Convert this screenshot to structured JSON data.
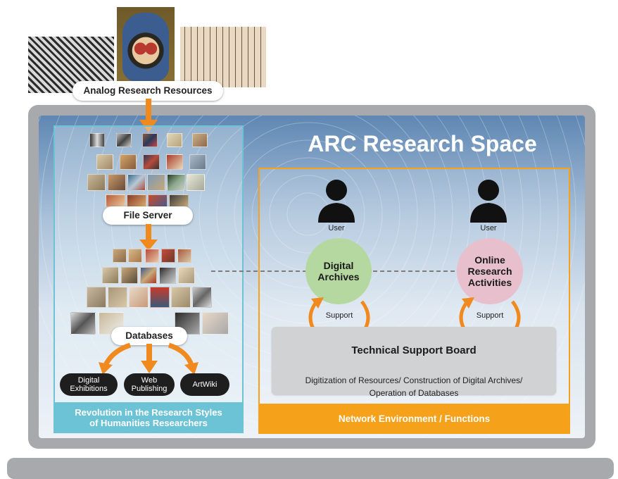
{
  "top": {
    "label": "Analog Research Resources"
  },
  "main": {
    "title": "ARC Research Space"
  },
  "left_panel": {
    "file_server": "File Server",
    "databases": "Databases",
    "outputs": [
      {
        "label": "Digital\nExhibitions"
      },
      {
        "label": "Web\nPublishing"
      },
      {
        "label": "ArtWiki"
      }
    ],
    "footer": "Revolution in the Research Styles\nof Humanities Researchers"
  },
  "right_panel": {
    "user_left": "User",
    "user_right": "User",
    "circle_left": "Digital\nArchives",
    "circle_right": "Online\nResearch\nActivities",
    "support_left": "Support",
    "support_right": "Support",
    "board_title": "Technical Support Board",
    "board_desc": "Digitization of Resources/ Construction of Digital Archives/\nOperation of Databases",
    "footer": "Network Environment / Functions"
  },
  "colors": {
    "frame": "#a7a9ac",
    "cyan": "#6cc3d5",
    "orange": "#f6a11a",
    "arrow": "#f08a1e",
    "green": "#b5d8a0",
    "pink": "#e7bfcd"
  }
}
